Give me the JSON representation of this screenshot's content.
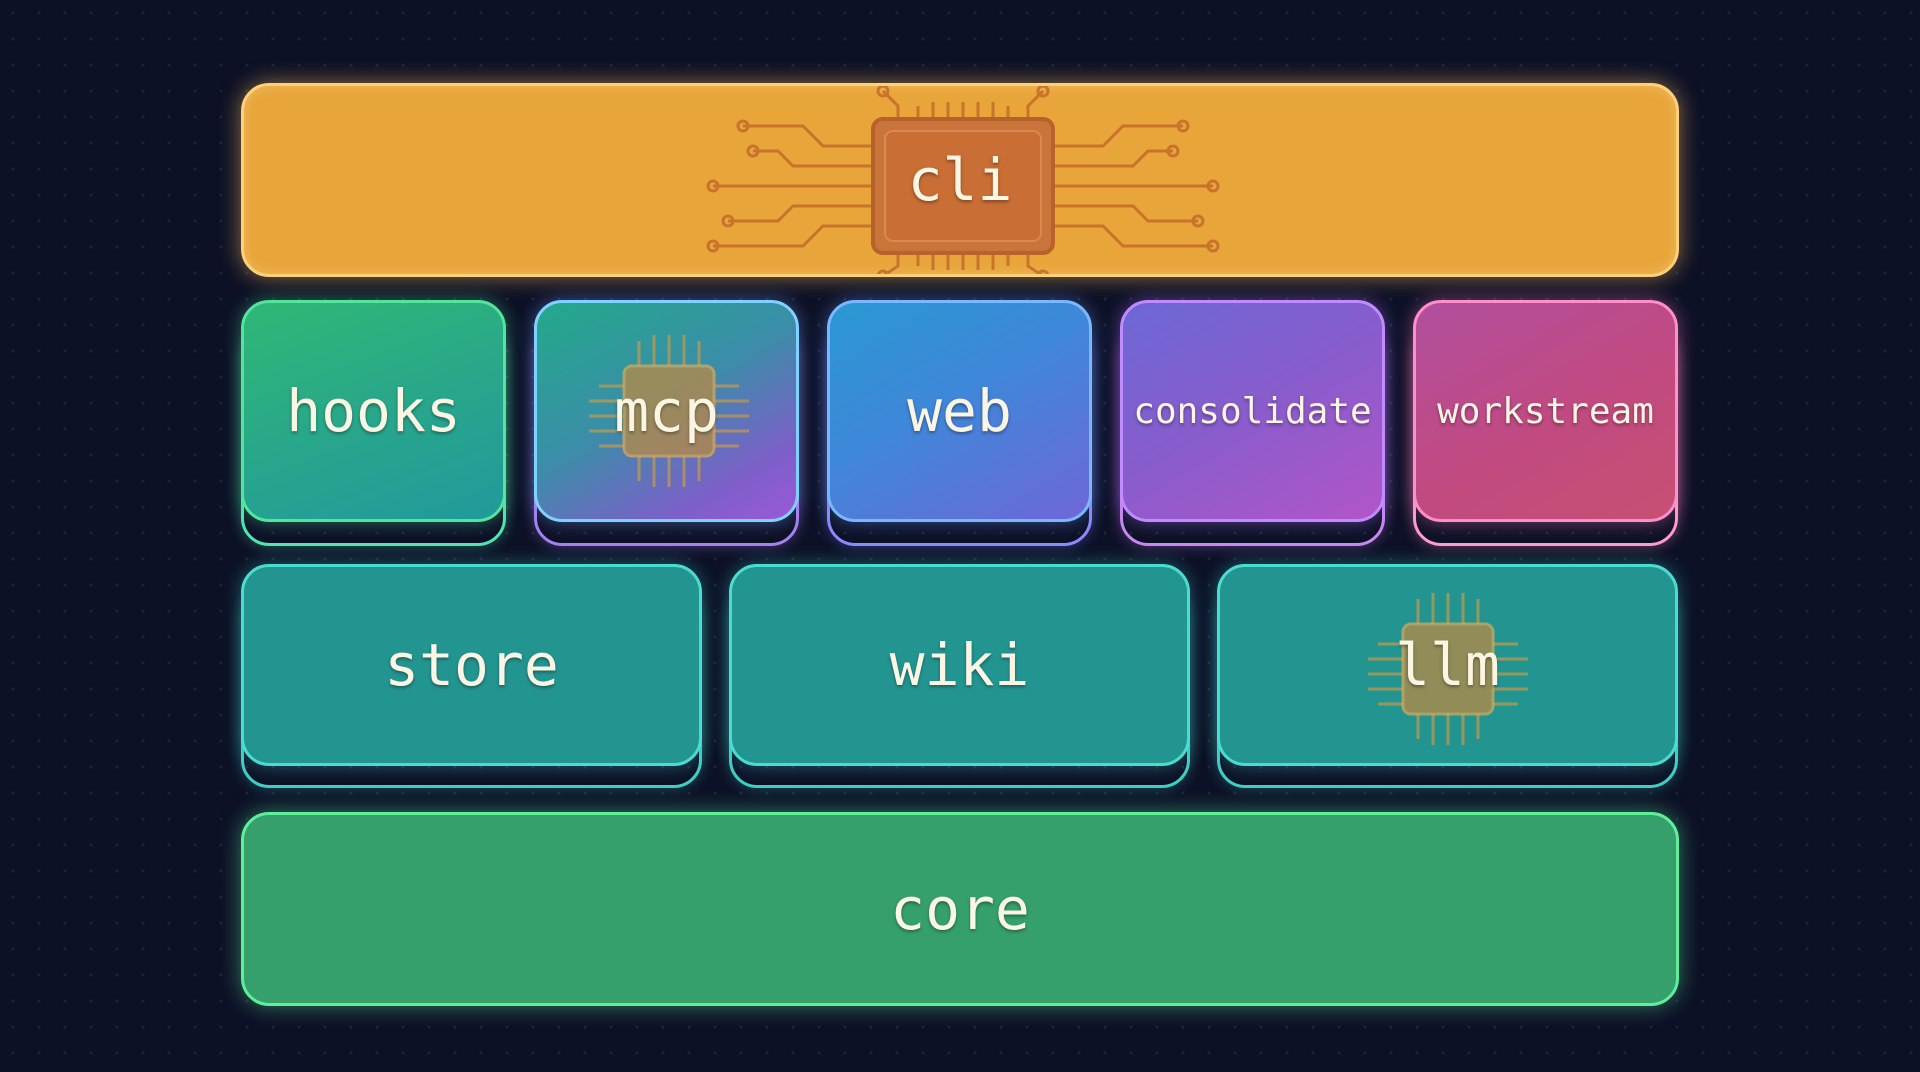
{
  "diagram": {
    "layers": [
      {
        "row": "top",
        "blocks": [
          {
            "id": "cli",
            "label": "cli",
            "icon": "chip-icon",
            "color": "#e8a53a"
          }
        ]
      },
      {
        "row": "middle-upper",
        "blocks": [
          {
            "id": "hooks",
            "label": "hooks",
            "color": "#2fb875"
          },
          {
            "id": "mcp",
            "label": "mcp",
            "icon": "chip-icon",
            "color": "#6a7fc0"
          },
          {
            "id": "web",
            "label": "web",
            "color": "#3f87d9"
          },
          {
            "id": "consolidate",
            "label": "consolidate",
            "color": "#8a5ccc"
          },
          {
            "id": "workstream",
            "label": "workstream",
            "color": "#c14a80"
          }
        ]
      },
      {
        "row": "middle-lower",
        "blocks": [
          {
            "id": "store",
            "label": "store",
            "color": "#239591"
          },
          {
            "id": "wiki",
            "label": "wiki",
            "color": "#239591"
          },
          {
            "id": "llm",
            "label": "llm",
            "icon": "chip-icon",
            "color": "#239591"
          }
        ]
      },
      {
        "row": "bottom",
        "blocks": [
          {
            "id": "core",
            "label": "core",
            "color": "#35a06c"
          }
        ]
      }
    ],
    "background_color": "#0d1126"
  }
}
